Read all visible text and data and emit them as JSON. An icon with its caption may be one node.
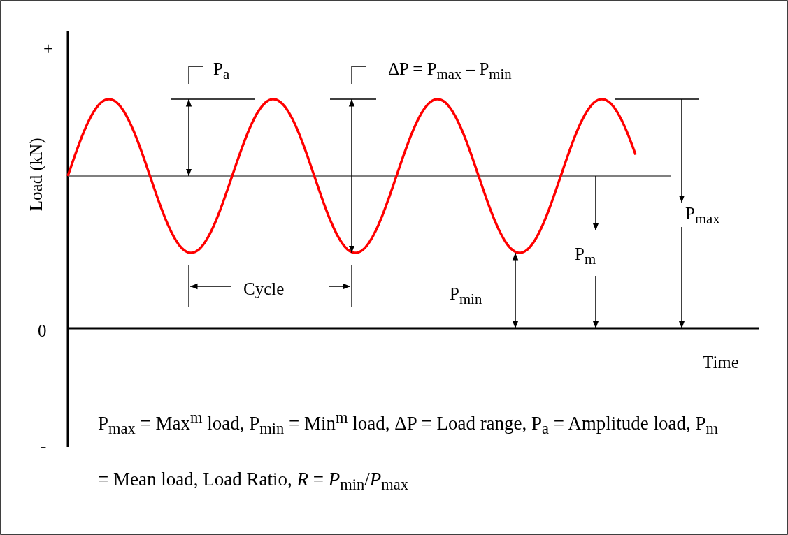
{
  "diagram": {
    "labels": [
      "+",
      "0",
      "-",
      "Load (kN)",
      "Time",
      "P$_{a}$",
      "ΔP = P$_{max}$ – P$_{min}$",
      "P$_{max}$",
      "P$_{m}$",
      "P$_{min}$",
      "Cycle",
      "P$_{max}$ = Max$^{m}$ load, P$_{min}$ = Min$^{m}$ load, ΔP = Load range, P$_{a}$ = Amplitude load, P$_{m}$ = Mean load, Load Ratio, *R* = *P*$_{min}$/*P*$_{max}$"
    ]
  }
}
